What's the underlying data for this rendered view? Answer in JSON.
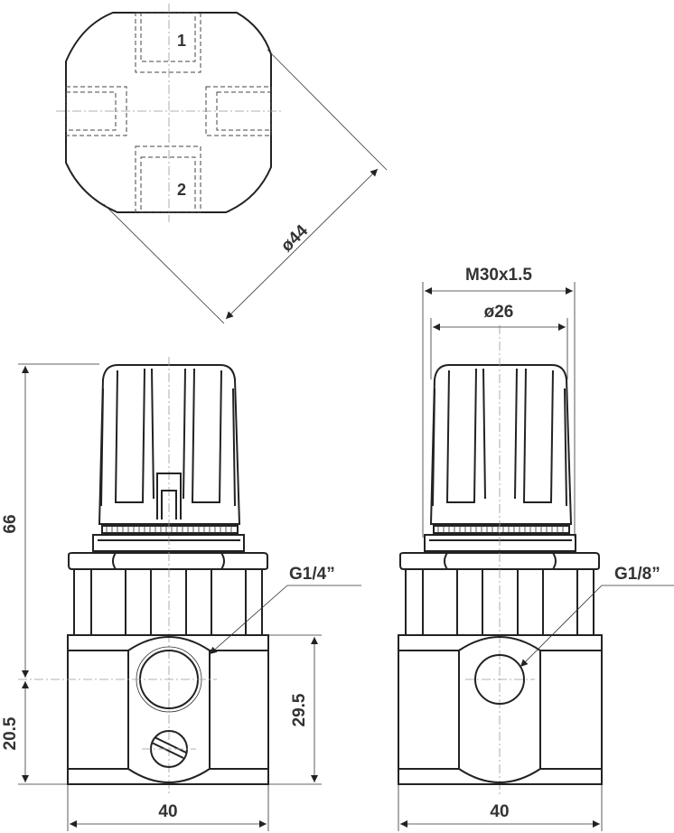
{
  "top_view": {
    "port_1": "1",
    "port_2": "2",
    "diameter": "ø44"
  },
  "front_view": {
    "height": "66",
    "port_height": "20.5",
    "body_height": "29.5",
    "width": "40",
    "thread": "G1/4”"
  },
  "side_view": {
    "knob_thread": "M30x1.5",
    "knob_diameter": "ø26",
    "width": "40",
    "thread": "G1/8”"
  }
}
